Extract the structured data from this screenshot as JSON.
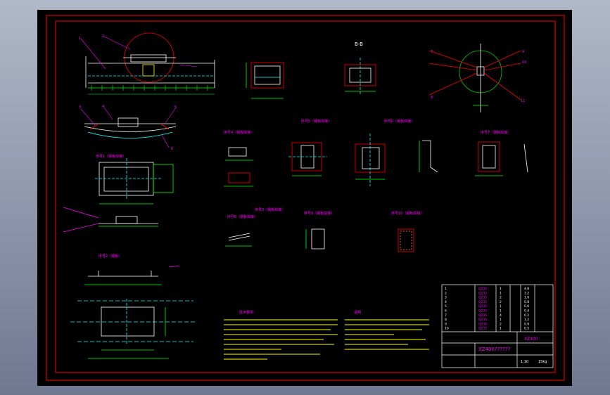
{
  "colors": {
    "background": "#8f98ad",
    "sheet": "#000000",
    "frame": "#ff0000",
    "line": "#ffffff",
    "dim": "#00ff00",
    "text": "#ff00ff",
    "note": "#ffff00",
    "circle": "#00cc00",
    "cyan": "#00ffff"
  },
  "drawing": {
    "section_label": "B-B",
    "title_block": {
      "title": "XZ400??????",
      "code": "XZ400",
      "weight": "15kg",
      "scale": "1:10"
    },
    "detail_captions": [
      "序号1（钢板焊接）",
      "序号2（钢板）",
      "序号3（钢板焊接）",
      "序号4（钢板焊接）",
      "序号5（钢板焊接）",
      "序号6（钢板焊接）",
      "序号7（钢板焊接）",
      "序号8（钢板焊接）",
      "序号9（钢板焊接）",
      "序号10（钢板焊接）",
      "技术要求",
      "说明"
    ],
    "callouts": [
      "1",
      "2",
      "3",
      "4",
      "5",
      "6",
      "7",
      "8",
      "9",
      "10",
      "11"
    ],
    "parts_rows": [
      [
        "1",
        "Q235",
        "1",
        "4.8"
      ],
      [
        "2",
        "Q235",
        "1",
        "3.2"
      ],
      [
        "3",
        "Q235",
        "2",
        "1.6"
      ],
      [
        "4",
        "Q235",
        "2",
        "0.8"
      ],
      [
        "5",
        "Q235",
        "1",
        "0.6"
      ],
      [
        "6",
        "Q235",
        "1",
        "0.4"
      ],
      [
        "7",
        "Q235",
        "4",
        "0.2"
      ],
      [
        "8",
        "Q235",
        "1",
        "1.2"
      ],
      [
        "9",
        "Q235",
        "2",
        "0.9"
      ],
      [
        "10",
        "Q235",
        "1",
        "0.5"
      ]
    ]
  }
}
